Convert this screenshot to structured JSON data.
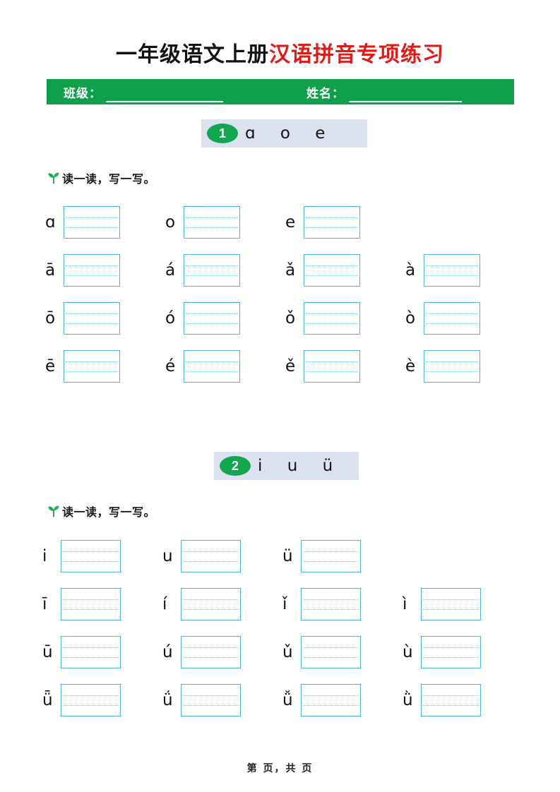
{
  "title": {
    "black_part": "一年级语文上册",
    "red_part": "汉语拼音专项练习",
    "red_color": "#e01b18"
  },
  "info_bar": {
    "background_color": "#10a04a",
    "class_label": "班级：",
    "name_label": "姓名：",
    "class_value": "",
    "name_value": ""
  },
  "sections": [
    {
      "number": "1",
      "letters": "ɑ  o  e",
      "instruction": "读一读，写一写。",
      "icon": "sprout-icon",
      "rows": [
        {
          "items": [
            "ɑ",
            "o",
            "e"
          ]
        },
        {
          "items": [
            "ā",
            "á",
            "ǎ",
            "à"
          ]
        },
        {
          "items": [
            "ō",
            "ó",
            "ǒ",
            "ò"
          ]
        },
        {
          "items": [
            "ē",
            "é",
            "ě",
            "è"
          ]
        }
      ]
    },
    {
      "number": "2",
      "letters": "i  u  ü",
      "instruction": "读一读，写一写。",
      "icon": "sprout-icon",
      "rows": [
        {
          "items": [
            "i",
            "u",
            "ü"
          ]
        },
        {
          "items": [
            "ī",
            "í",
            "ǐ",
            "ì"
          ]
        },
        {
          "items": [
            "ū",
            "ú",
            "ǔ",
            "ù"
          ]
        },
        {
          "items": [
            "ǖ",
            "ǘ",
            "ǚ",
            "ǜ"
          ]
        }
      ]
    }
  ],
  "footer": {
    "text": "第    页，共    页"
  },
  "colors": {
    "green": "#12a64e",
    "chip_background": "#dde2f0",
    "box_border": "#4cb2e0",
    "guide_line": "#73c2e8"
  }
}
